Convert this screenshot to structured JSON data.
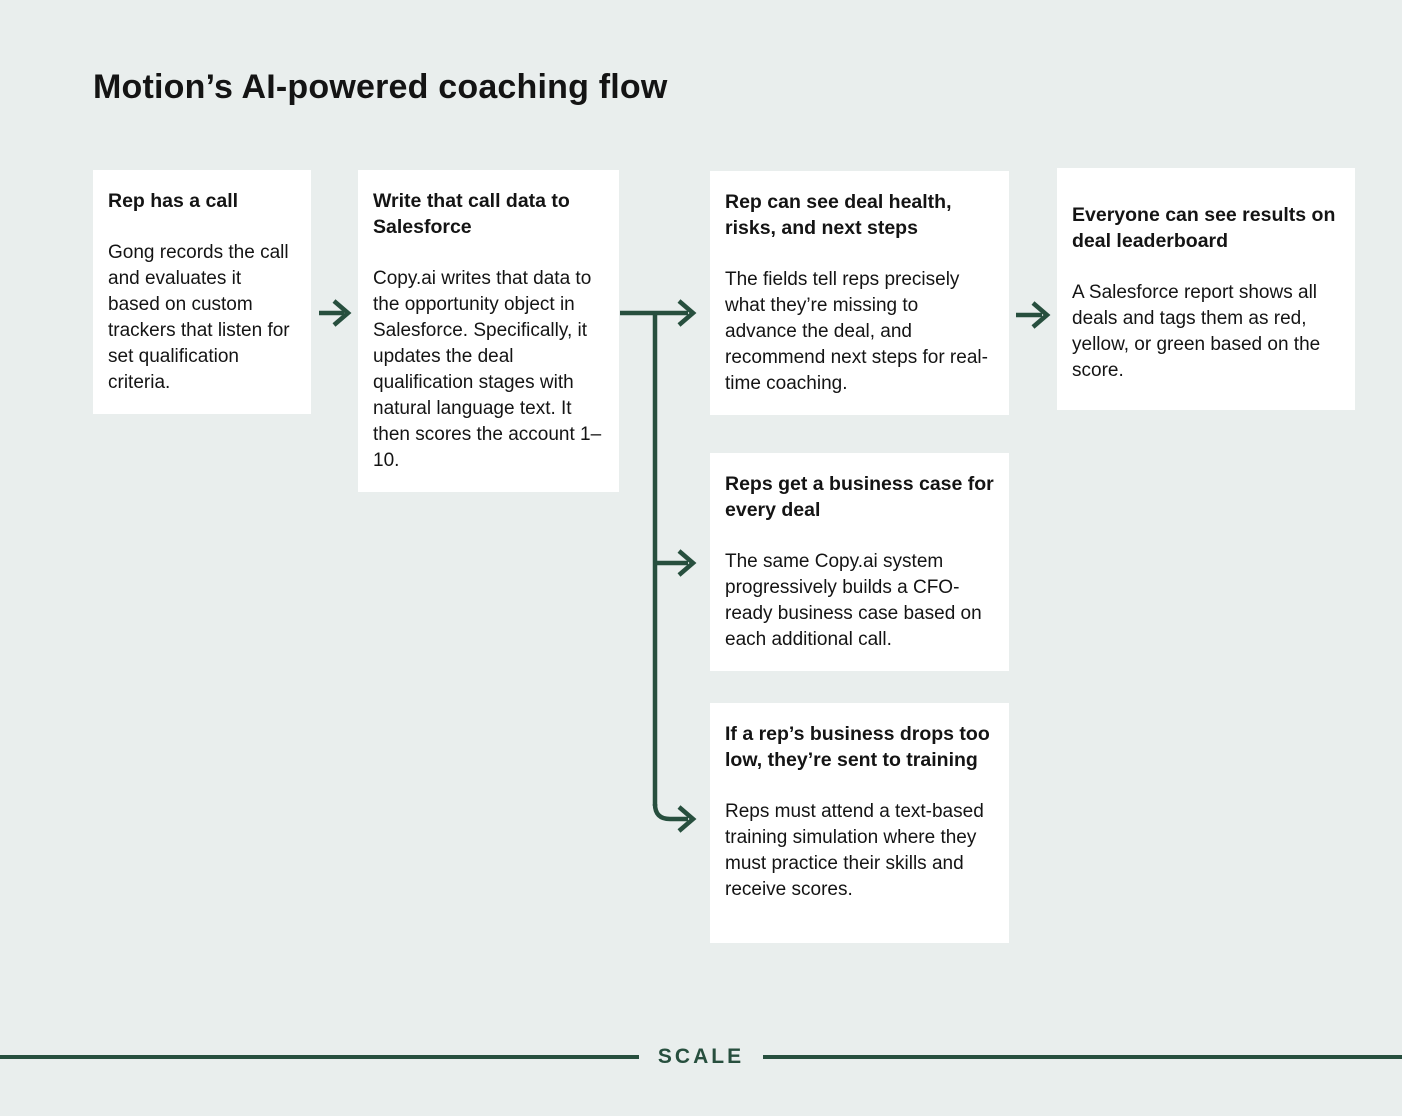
{
  "title": "Motion’s AI-powered coaching flow",
  "colors": {
    "background": "#e9eeed",
    "card": "#ffffff",
    "text": "#141414",
    "accent": "#274f3e"
  },
  "flow": {
    "steps": [
      {
        "heading": "Rep has a call",
        "body": "Gong records the call and evaluates it based on custom trackers that listen for set qualification criteria."
      },
      {
        "heading": "Write that call data to Salesforce",
        "body": "Copy.ai writes that data to the opportunity object in Salesforce. Specifically, it updates the deal qualification stages with natural language text. It then scores the account 1–10."
      },
      {
        "heading": "Rep can see deal health, risks, and next steps",
        "body": "The fields tell reps precisely what they’re missing to advance the deal, and recommend next steps for real-time coaching."
      },
      {
        "heading": "Everyone can see results on deal leaderboard",
        "body": "A Salesforce report shows all deals and tags them as red, yellow, or green based on the score."
      },
      {
        "heading": "Reps get a business case for every deal",
        "body": "The same Copy.ai system progressively builds a CFO-ready business case based on each additional call."
      },
      {
        "heading": "If a rep’s business drops too low, they’re sent to training",
        "body": "Reps must attend a text-based training simulation where they must practice their skills and receive scores."
      }
    ]
  },
  "footer": {
    "brand": "SCALE"
  }
}
